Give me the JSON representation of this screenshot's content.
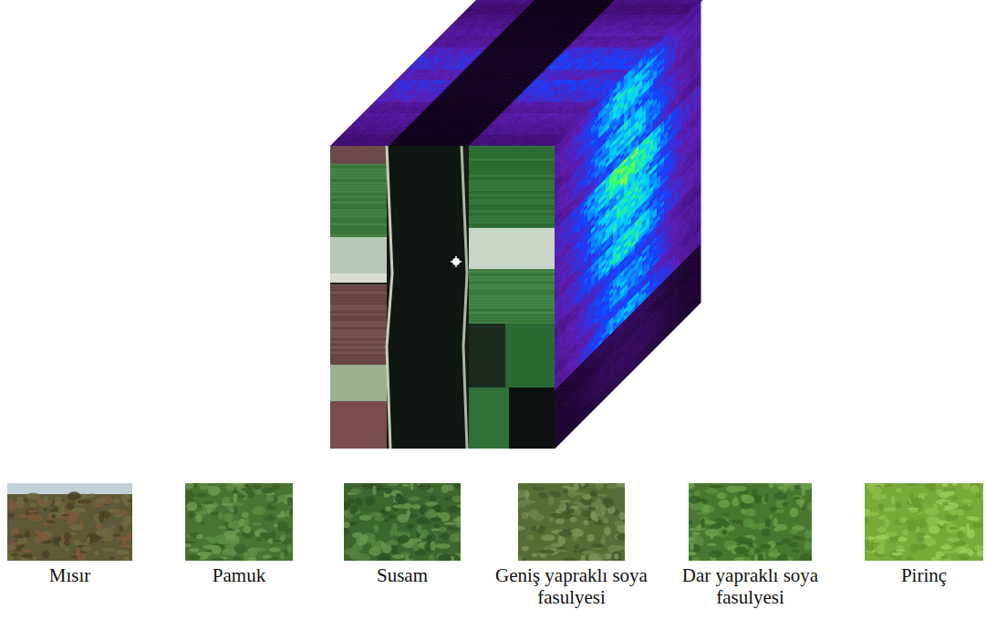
{
  "diagram": {
    "nodes": [
      {
        "text": [
          "Mısır"
        ]
      },
      {
        "text": [
          "Pamuk"
        ]
      },
      {
        "text": [
          "Susam"
        ]
      },
      {
        "text": [
          "Geniş yapraklı soya fasulyesi"
        ]
      },
      {
        "text": [
          "Dar yapraklı soya fasulyesi"
        ]
      },
      {
        "text": [
          "Pirinç"
        ]
      }
    ]
  }
}
